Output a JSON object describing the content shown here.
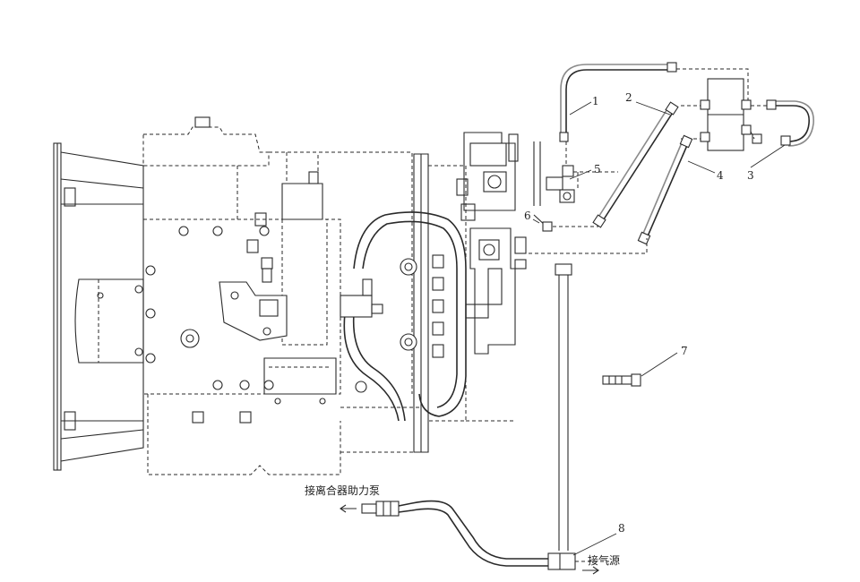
{
  "callouts": {
    "c1": "1",
    "c2": "2",
    "c3": "3",
    "c4": "4",
    "c5": "5",
    "c6": "6",
    "c7": "7",
    "c8": "8"
  },
  "notes": {
    "to_clutch_booster": "接离合器助力泵",
    "to_air_source": "接气源"
  }
}
